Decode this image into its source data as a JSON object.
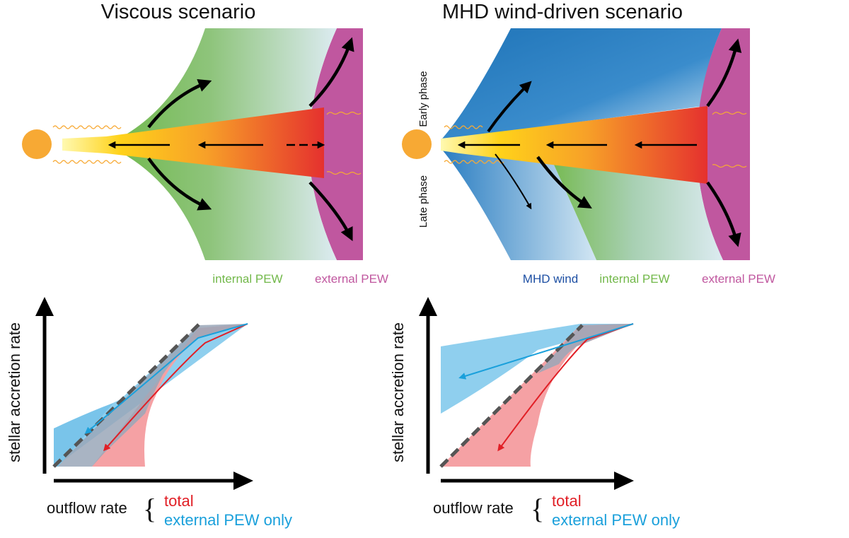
{
  "panels": {
    "viscous": {
      "title": "Viscous scenario",
      "labels": {
        "internal": "internal PEW",
        "external": "external PEW"
      },
      "plot": {
        "ylabel": "stellar accretion rate",
        "xlabel": "outflow rate",
        "legend_total": "total",
        "legend_external": "external PEW only"
      }
    },
    "mhd": {
      "title": "MHD wind-driven scenario",
      "labels": {
        "wind": "MHD wind",
        "internal": "internal PEW",
        "external": "external PEW"
      },
      "phases": {
        "early": "Early phase",
        "late": "Late phase"
      },
      "plot": {
        "ylabel": "stellar accretion rate",
        "xlabel": "outflow rate",
        "legend_total": "total",
        "legend_external": "external PEW only"
      }
    }
  },
  "colors": {
    "star": "#f7a934",
    "internal_pew": "#72b84a",
    "external_pew": "#c0579f",
    "mhd_wind": "#1d74b9",
    "total": "#e11f26",
    "external_only": "#1aa0db",
    "dashed": "#555555"
  }
}
